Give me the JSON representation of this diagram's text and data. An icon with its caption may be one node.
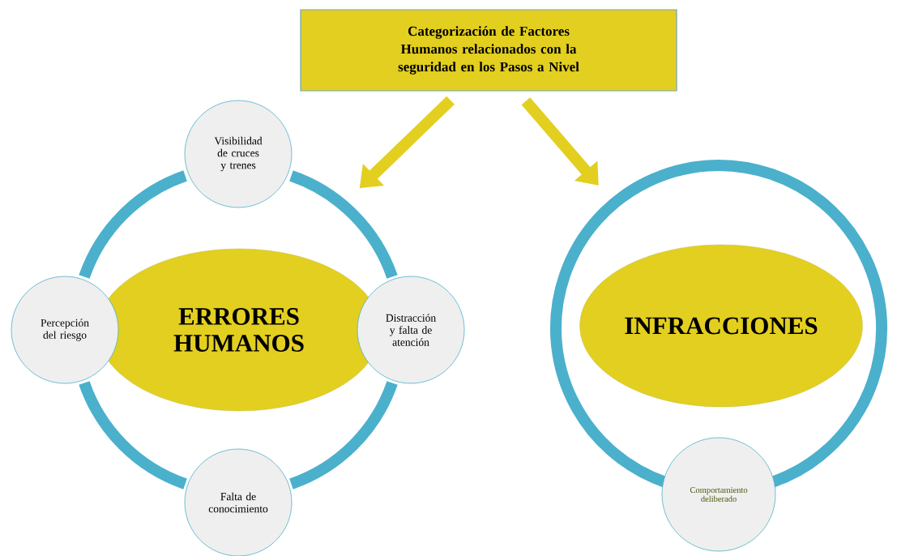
{
  "diagram": {
    "nodes": [
      {
        "text": [
          "Categorización de Factores Humanos relacionados con la seguridad en los Pasos a Nivel"
        ]
      },
      {
        "text": [],
        "shape": "circle"
      },
      {
        "text": [
          "ERRORES HUMANOS"
        ],
        "in": 1
      },
      {
        "text": [
          "Visibilidad de cruces y trenes"
        ]
      },
      {
        "text": [
          "Percepción del riesgo"
        ]
      },
      {
        "text": [
          "Distracción y falta de atención"
        ]
      },
      {
        "text": [
          "Falta de conocimiento"
        ]
      },
      {
        "text": [],
        "shape": "circle"
      },
      {
        "text": [
          "INFRACCIONES"
        ],
        "in": 7
      },
      {
        "text": [
          "Comportamiento deliberado"
        ]
      }
    ],
    "edges": [
      {
        "from": 0,
        "to": 1,
        "arrow": "to"
      },
      {
        "from": 0,
        "to": 7,
        "arrow": "to"
      }
    ]
  }
}
